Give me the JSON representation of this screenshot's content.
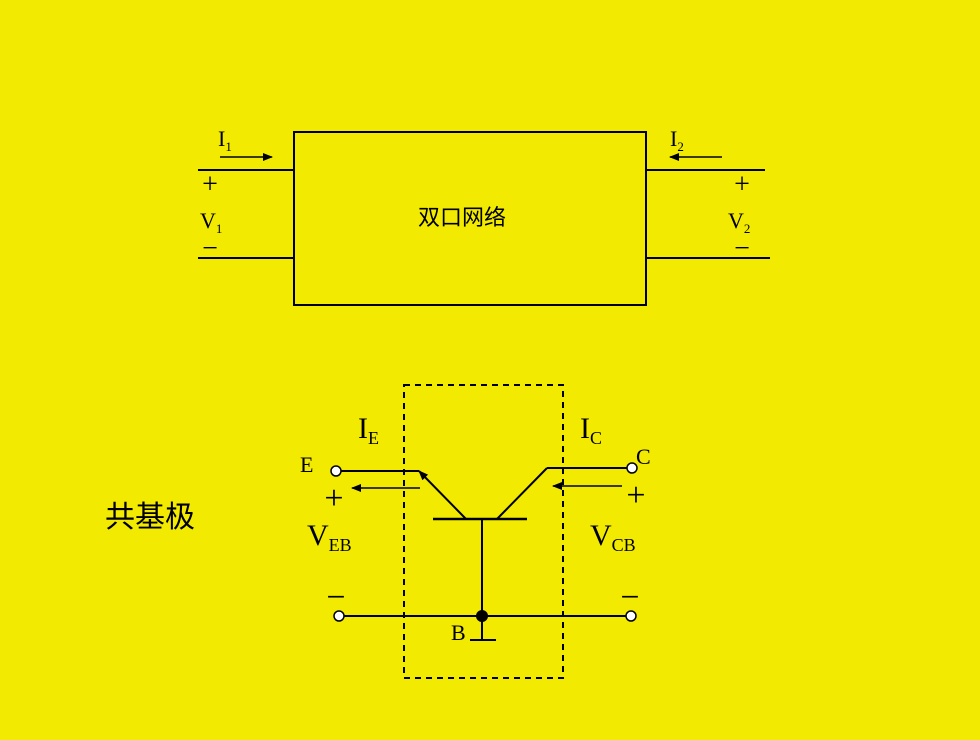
{
  "background_color": "#F2EA00",
  "ink_color": "#000000",
  "two_port": {
    "box_label": "双口网络",
    "input_current": {
      "main": "I",
      "sub": "1"
    },
    "output_current": {
      "main": "I",
      "sub": "2"
    },
    "input_voltage": {
      "main": "V",
      "sub": "1"
    },
    "output_voltage": {
      "main": "V",
      "sub": "2"
    },
    "plus_sign": "+",
    "minus_sign": "−"
  },
  "common_base": {
    "configuration_label": "共基极",
    "emitter_terminal": "E",
    "collector_terminal": "C",
    "base_terminal": "B",
    "emitter_current": {
      "main": "I",
      "sub": "E"
    },
    "collector_current": {
      "main": "I",
      "sub": "C"
    },
    "emitter_base_voltage": {
      "main": "V",
      "sub": "EB"
    },
    "collector_base_voltage": {
      "main": "V",
      "sub": "CB"
    },
    "plus_sign": "+",
    "minus_sign": "−"
  }
}
